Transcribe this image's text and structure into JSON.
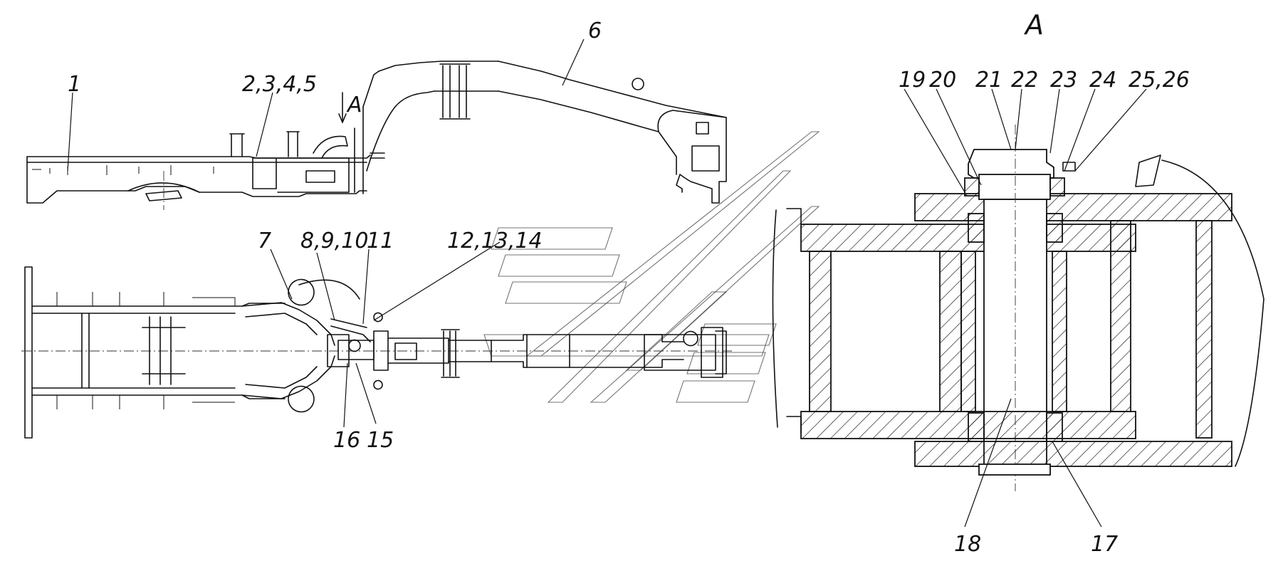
{
  "view_label": "A",
  "section_marker": "A",
  "callouts": [
    {
      "id": "c1",
      "text": "1"
    },
    {
      "id": "c2",
      "text": "2,3,4,5"
    },
    {
      "id": "c6",
      "text": "6"
    },
    {
      "id": "c7",
      "text": "7"
    },
    {
      "id": "c8",
      "text": "8,9,10"
    },
    {
      "id": "c11",
      "text": "11"
    },
    {
      "id": "c12",
      "text": "12,13,14"
    },
    {
      "id": "c15",
      "text": "15"
    },
    {
      "id": "c16",
      "text": "16"
    },
    {
      "id": "c17",
      "text": "17"
    },
    {
      "id": "c18",
      "text": "18"
    },
    {
      "id": "c19",
      "text": "19"
    },
    {
      "id": "c20",
      "text": "20"
    },
    {
      "id": "c21",
      "text": "21"
    },
    {
      "id": "c22",
      "text": "22"
    },
    {
      "id": "c23",
      "text": "23"
    },
    {
      "id": "c24",
      "text": "24"
    },
    {
      "id": "c25",
      "text": "25,26"
    }
  ],
  "colors": {
    "line": "#111111",
    "background": "#ffffff",
    "watermark": "#444444"
  }
}
